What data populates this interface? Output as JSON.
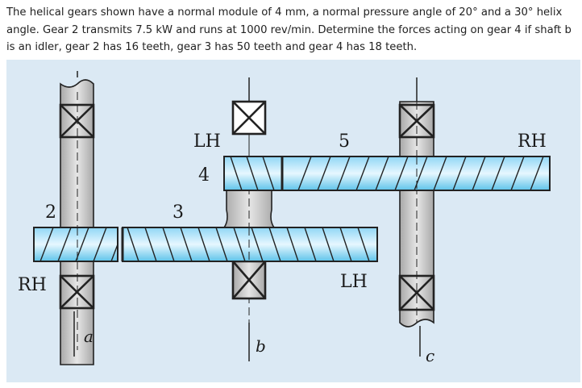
{
  "problem_text": "The helical gears shown have a normal module of 4 mm, a normal pressure angle of 20° and a 30° helix angle. Gear 2 transmits 7.5 kW and runs at 1000 rev/min. Determine the forces acting on gear 4 if shaft b is an idler, gear 2 has 16 teeth, gear 3 has 50 teeth and gear 4 has 18 teeth.",
  "diagram": {
    "labels": {
      "gear_2": "2",
      "gear_3": "3",
      "gear_4": "4",
      "gear_5": "5",
      "hand_gear_2": "RH",
      "hand_gear_4": "LH",
      "hand_gear_5": "RH",
      "hand_gear_3": "LH",
      "shaft_a": "a",
      "shaft_b": "b",
      "shaft_c": "c"
    },
    "colors": {
      "gear_face_light": "#d6f0ff",
      "gear_face_mid": "#5ec3ea",
      "shaft_gray": "#cfcfcf",
      "background": "#dbe9f4"
    }
  }
}
